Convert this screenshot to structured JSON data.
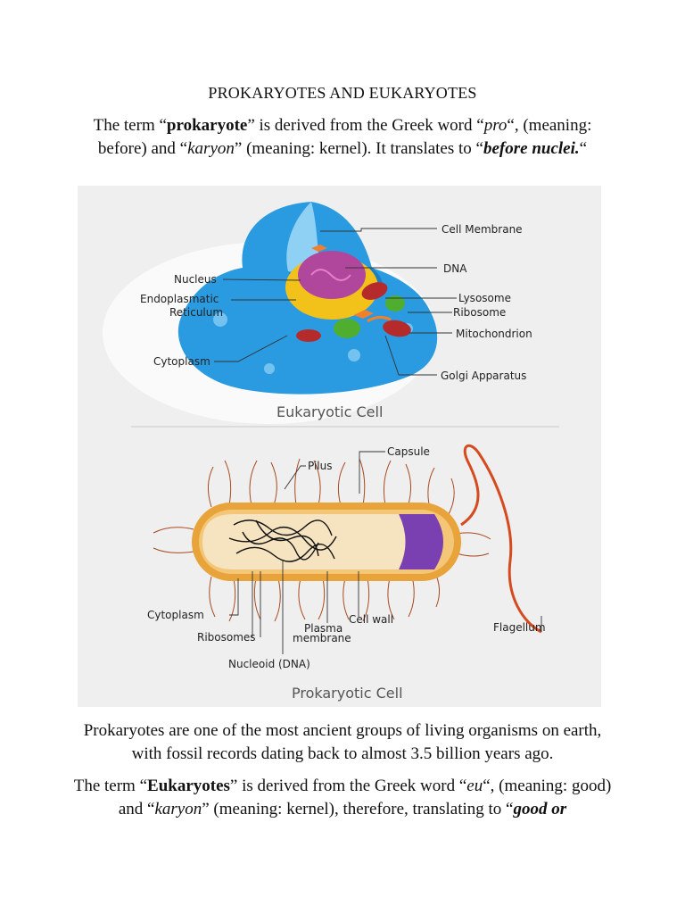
{
  "document": {
    "title": "PROKARYOTES AND EUKARYOTES",
    "p1": {
      "t1": "The term “",
      "b1": "prokaryote",
      "t2": "” is derived from the Greek word “",
      "i1": "pro",
      "t3": "“, (meaning: before) and “",
      "i2": "karyon",
      "t4": "” (meaning: kernel). It translates to “",
      "bi1": "before nuclei.",
      "t5": "“"
    },
    "p2": "Prokaryotes are one of the most ancient groups of living organisms on earth, with fossil records dating back to almost 3.5 billion years ago.",
    "p3": {
      "t1": "The term “",
      "b1": "Eukaryotes",
      "t2": "” is derived from the Greek word “",
      "i1": "eu",
      "t3": "“, (meaning: good) and “",
      "i2": "karyon",
      "t4": "” (meaning: kernel), therefore, translating to “",
      "bi1": "good or"
    }
  },
  "figure": {
    "eukaryotic": {
      "caption": "Eukaryotic Cell",
      "labels": {
        "cell_membrane": "Cell Membrane",
        "dna": "DNA",
        "nucleus": "Nucleus",
        "er_line1": "Endoplasmatic",
        "er_line2": "Reticulum",
        "lysosome": "Lysosome",
        "ribosome": "Ribosome",
        "mitochondrion": "Mitochondrion",
        "cytoplasm": "Cytoplasm",
        "golgi": "Golgi Apparatus"
      }
    },
    "prokaryotic": {
      "caption": "Prokaryotic Cell",
      "labels": {
        "capsule": "Capsule",
        "pilus": "Pilus",
        "cytoplasm": "Cytoplasm",
        "cell_wall": "Cell wall",
        "plasma_line1": "Plasma",
        "plasma_line2": "membrane",
        "ribosomes": "Ribosomes",
        "flagellum": "Flagellum",
        "nucleoid": "Nucleoid (DNA)"
      }
    },
    "colors": {
      "cell_blue": "#2a9be0",
      "nucleus_purple": "#b0479c",
      "er_yellow": "#f2c21a",
      "mito_red": "#b52a2a",
      "lyso_green": "#4fae2f",
      "capsule_orange": "#e8a33a",
      "membrane_purple": "#7a3fb0",
      "pili_brown": "#a84a1e"
    }
  }
}
